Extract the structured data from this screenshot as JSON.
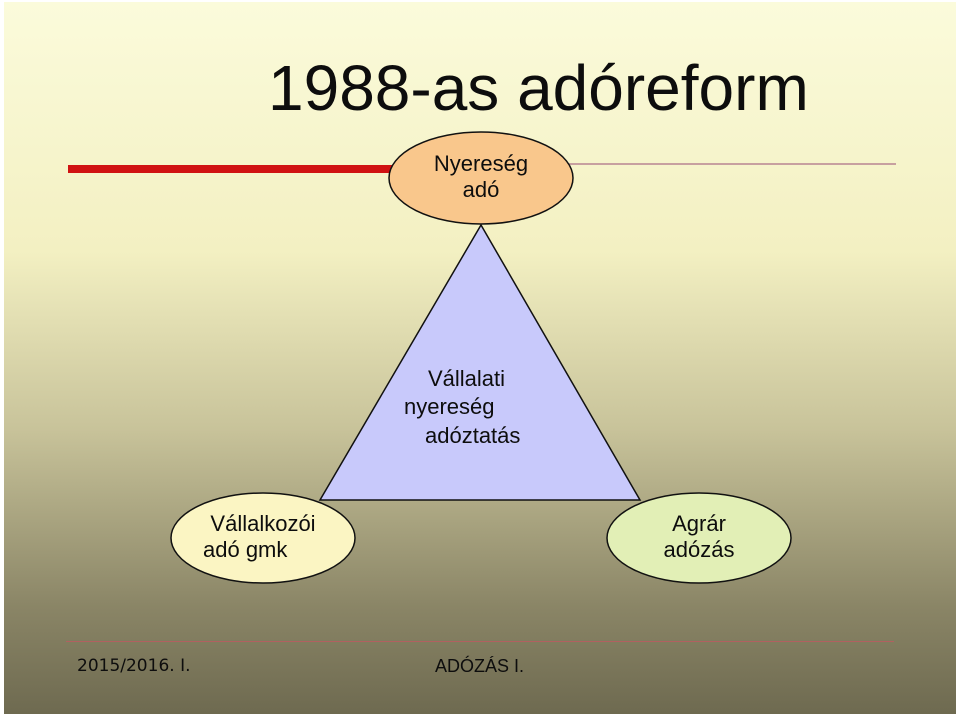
{
  "title": "1988-as adóreform",
  "top_node": {
    "line1": "Nyereség",
    "line2": "adó"
  },
  "triangle": {
    "line1": "Vállalati",
    "line2": "nyereség",
    "line3": "adóztatás"
  },
  "left_node": {
    "line1": "Vállalkozói",
    "line2": "adó gmk"
  },
  "right_node": {
    "line1": "Agrár",
    "line2": "adózás"
  },
  "footer": {
    "date": "2015/2016. I.",
    "course": "ADÓZÁS I."
  },
  "colors": {
    "top_node_fill": "#f9c78c",
    "triangle_fill": "#c8c9fb",
    "left_node_fill": "#fbf5c3",
    "right_node_fill": "#e2efb6",
    "accent_red": "#d01212"
  }
}
